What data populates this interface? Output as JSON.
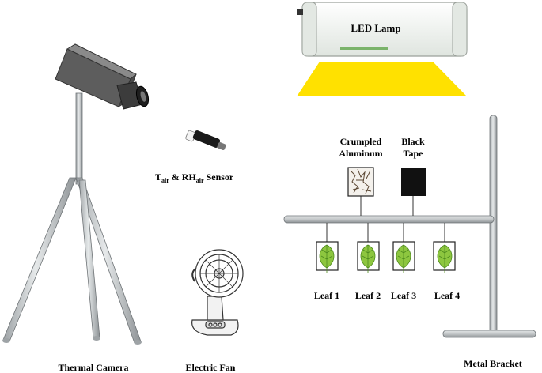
{
  "labels": {
    "led_lamp": "LED Lamp",
    "crumpled_aluminum_line1": "Crumpled",
    "crumpled_aluminum_line2": "Aluminum",
    "black_tape_line1": "Black",
    "black_tape_line2": "Tape",
    "sensor_t": "T",
    "sensor_t_sub": "air",
    "sensor_mid": " & RH",
    "sensor_rh_sub": "air",
    "sensor_end": " Sensor",
    "thermal_camera": "Thermal Camera",
    "electric_fan": "Electric Fan",
    "metal_bracket": "Metal Bracket",
    "leaves": [
      "Leaf 1",
      "Leaf 2",
      "Leaf 3",
      "Leaf 4"
    ]
  },
  "colors": {
    "light_beam": "#ffe100",
    "lamp_body": "#eef2ee",
    "metal": "#c8ccce",
    "metal_edge": "#6f7477",
    "camera": "#6a6a6a",
    "leaf": "#8dc63f",
    "leaf_dark": "#4e8a1e",
    "tape": "#111111"
  },
  "icons": {
    "camera": "thermal-camera-icon",
    "lamp": "led-lamp-icon",
    "fan": "electric-fan-icon",
    "sensor": "sensor-probe-icon"
  }
}
